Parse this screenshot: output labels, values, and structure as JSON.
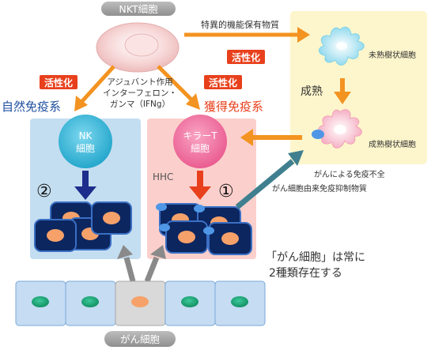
{
  "nkt": {
    "name": "NKT細胞"
  },
  "arrow_labels": {
    "specific_function": "特異的機能保有物質",
    "activation_left": "活性化",
    "activation_right": "活性化",
    "activation_top": "活性化",
    "maturation": "成熟",
    "adjuvant_1": "アジュバント作用",
    "adjuvant_2": "インターフェロン・",
    "adjuvant_3": "ガンマ（IFNg）"
  },
  "immunity": {
    "innate": "自然免疫系",
    "acquired": "獲得免疫系"
  },
  "cells": {
    "nk_1": "NK",
    "nk_2": "細胞",
    "killer_1": "キラーT",
    "killer_2": "細胞",
    "hhc": "HHC",
    "immature_dc": "未熟樹状細胞",
    "mature_dc": "成熟樹状細胞",
    "cancer_cell": "がん細胞"
  },
  "markers": {
    "two": "②",
    "one": "①"
  },
  "notes": {
    "immune_failure": "がんによる免疫不全",
    "suppressor": "がん細胞由来免疫抑制物質",
    "always_1": "「がん細胞」は常に",
    "always_2": "2種類存在する"
  },
  "colors": {
    "activation_bg": "#e8401c",
    "orange_arrow": "#f39321",
    "innate_text": "#1f4fa0",
    "acquired_text": "#e8401c",
    "nk_cell": "#2ab4d6",
    "killer_cell": "#f1669b",
    "cancer_nucleus": "#f6a16a",
    "tumor_cell": "#0c2660",
    "dendritic_box": "#fdf6cc"
  }
}
